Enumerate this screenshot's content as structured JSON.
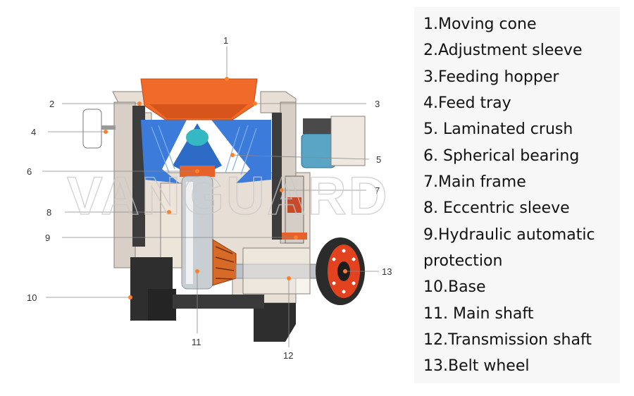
{
  "callouts": [
    {
      "num": "1"
    },
    {
      "num": "2"
    },
    {
      "num": "3"
    },
    {
      "num": "4"
    },
    {
      "num": "5"
    },
    {
      "num": "6"
    },
    {
      "num": "7"
    },
    {
      "num": "8"
    },
    {
      "num": "9"
    },
    {
      "num": "10"
    },
    {
      "num": "11"
    },
    {
      "num": "12"
    },
    {
      "num": "13"
    }
  ],
  "legend": [
    "1.Moving cone",
    "2.Adjustment sleeve",
    "3.Feeding hopper",
    "4.Feed tray",
    "5. Laminated crush",
    "6. Spherical bearing",
    "7.Main frame",
    "8. Eccentric sleeve",
    "9.Hydraulic automatic",
    "protection",
    "10.Base",
    "11. Main shaft",
    "12.Transmission shaft",
    "13.Belt wheel"
  ],
  "watermark": "VANGUARD",
  "colors": {
    "hopper": "#f06a2a",
    "lining": "#3b78d8",
    "shell": "#e2d9d0",
    "frame": "#2a2a2a",
    "shaft": "#c8cdd2",
    "belt_rim": "#e2421e"
  }
}
